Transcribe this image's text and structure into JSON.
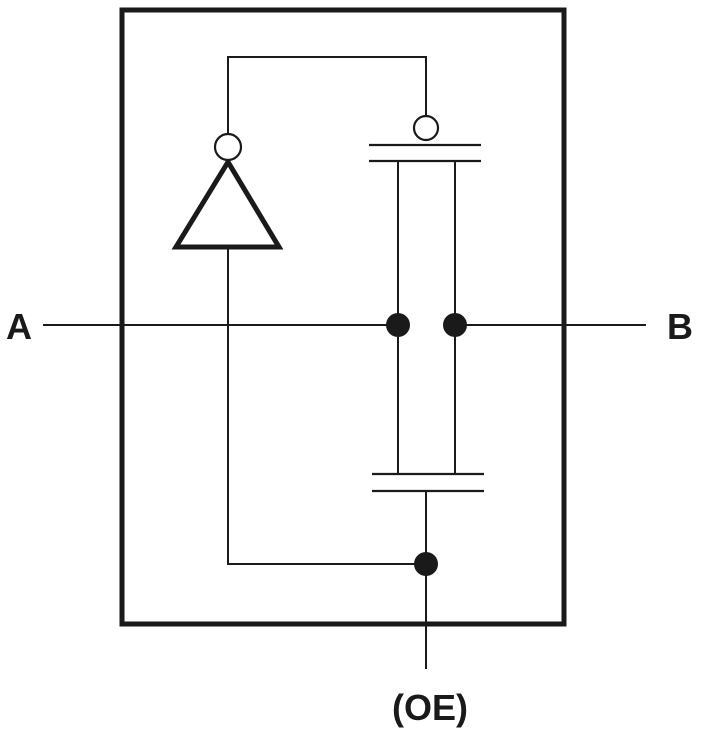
{
  "labels": {
    "port_a": "A",
    "port_b": "B",
    "port_oe": "(OE)"
  },
  "colors": {
    "line": "#1a1a1a",
    "background": "#ffffff"
  }
}
